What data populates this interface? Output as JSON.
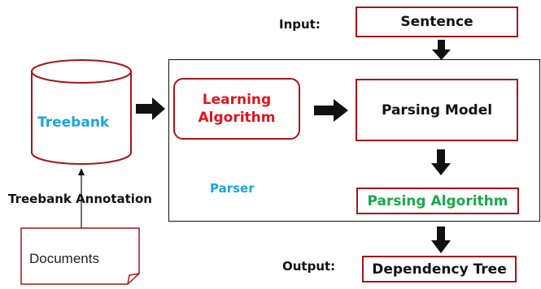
{
  "input_label": "Input:",
  "output_label": "Output:",
  "sentence": "Sentence",
  "treebank": "Treebank",
  "treebank_annotation": "Treebank Annotation",
  "documents": "Documents",
  "learning_algorithm": "Learning\nAlgorithm",
  "parsing_model": "Parsing Model",
  "parsing_algorithm": "Parsing Algorithm",
  "parser": "Parser",
  "dependency_tree": "Dependency Tree",
  "colors": {
    "box_border": "#a4161a",
    "treebank_text": "#1aa6e0",
    "learning_text": "#e0141e",
    "parsing_algorithm_text": "#1aa84a",
    "parser_text": "#1aa6e0"
  }
}
